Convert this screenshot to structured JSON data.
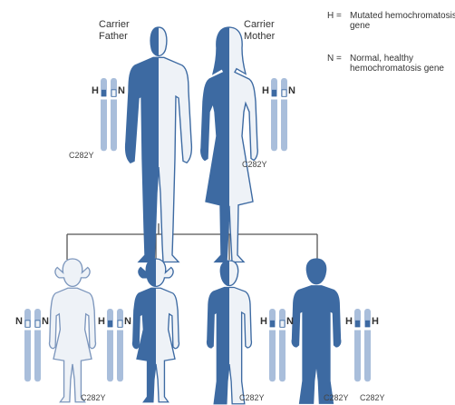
{
  "parents": {
    "father": {
      "line1": "Carrier",
      "line2": "Father"
    },
    "mother": {
      "line1": "Carrier",
      "line2": "Mother"
    }
  },
  "legend": {
    "h_symbol": "H =",
    "h_text": "Mutated hemochromatosis gene",
    "n_symbol": "N =",
    "n_text": "Normal, healthy hemochromatosis gene"
  },
  "genes": {
    "h": "H",
    "n": "N"
  },
  "mutation_code": "C282Y",
  "colors": {
    "mutated": "#3d6aa2",
    "healthy": "#eef2f7",
    "outline": "#3d6aa2",
    "chromosome": "#a9bedb",
    "line": "#555555"
  }
}
